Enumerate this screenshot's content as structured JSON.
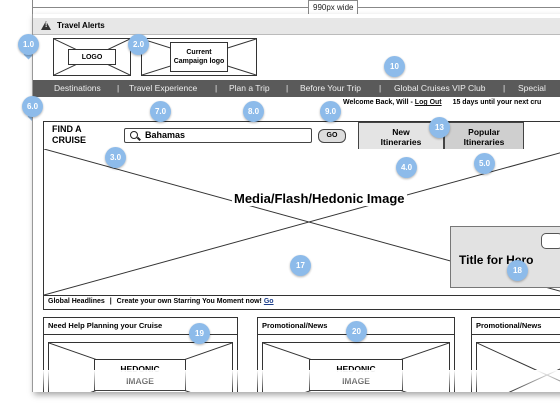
{
  "ruler": {
    "width_label": "990px wide"
  },
  "alerts": {
    "text": "Travel Alerts"
  },
  "header": {
    "logo": "LOGO",
    "campaign_logo": "Current Campaign logo"
  },
  "nav": {
    "items": [
      "Destinations",
      "Travel Experience",
      "Plan a Trip",
      "Before Your Trip",
      "Global Cruises VIP Club",
      "Special"
    ],
    "separator": "|"
  },
  "welcome": {
    "greeting": "Welcome Back, Will",
    "separator": " - ",
    "logout": "Log Out",
    "countdown": "15 days until your next cru"
  },
  "find_cruise": {
    "label": "FIND A CRUISE",
    "search_value": "Bahamas",
    "go_label": "GO",
    "tabs": [
      "New Itineraries",
      "Popular Itineraries"
    ]
  },
  "hero": {
    "image_label": "Media/Flash/Hedonic Image",
    "title_box": "Title for Hero"
  },
  "headlines": {
    "label": "Global Headlines",
    "separator": "|",
    "text": "Create your own Starring You Moment now!",
    "link": "Go"
  },
  "modules": [
    {
      "title": "Need Help Planning your Cruise",
      "image": "HEDONIC IMAGE"
    },
    {
      "title": "Promotional/News",
      "image": "HEDONIC IMAGE"
    },
    {
      "title": "Promotional/News",
      "image": ""
    }
  ],
  "callouts": [
    "1.0",
    "2.0",
    "10",
    "6.0",
    "7.0",
    "8.0",
    "9.0",
    "13",
    "3.0",
    "4.0",
    "5.0",
    "17",
    "18",
    "19",
    "20"
  ],
  "colors": {
    "callout": "#8dbbea",
    "nav_bg": "#5a5a5a",
    "link": "#1a3c8a"
  }
}
